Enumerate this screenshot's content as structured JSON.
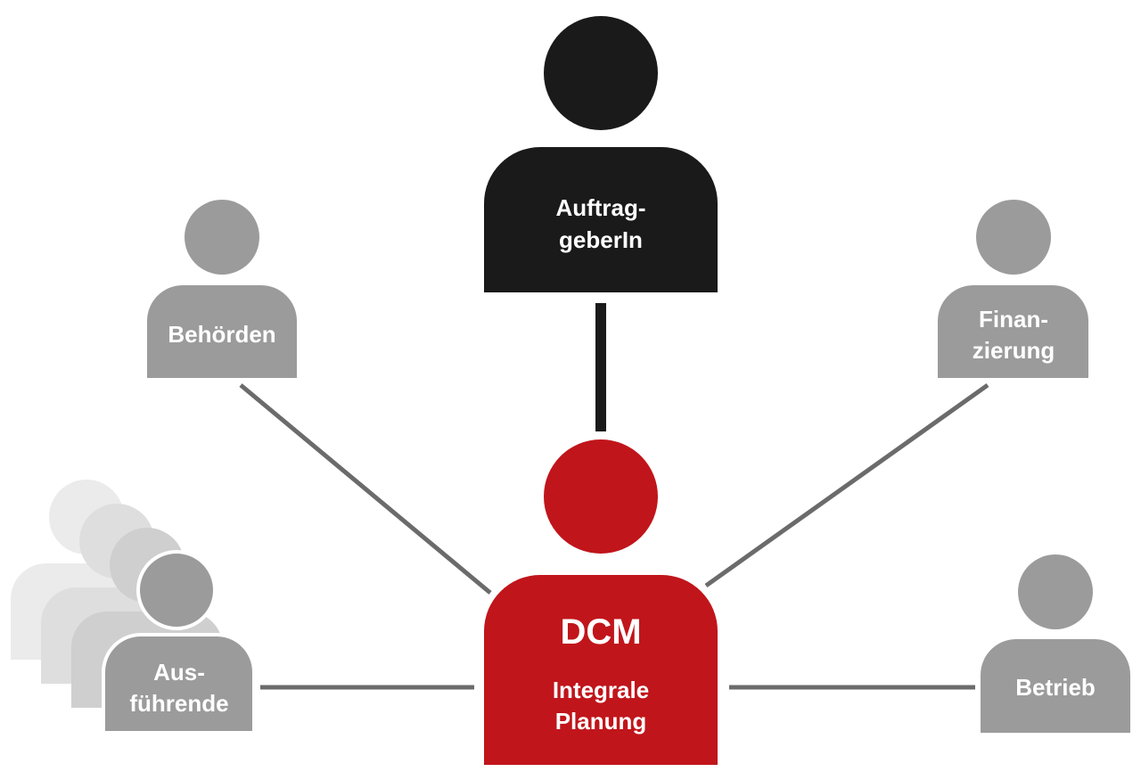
{
  "colors": {
    "client": "#1a1a1a",
    "planner": "#c0151b",
    "stakeholder": "#9b9b9b",
    "connector_dark": "#1a1a1a",
    "connector_grey": "#6b6b6b",
    "label_text": "#ffffff",
    "ghost_1": "#cfcfcf",
    "ghost_2": "#dedede",
    "ghost_3": "#ebebeb"
  },
  "client": {
    "line1": "Auftrag-",
    "line2": "geberIn"
  },
  "planner": {
    "title": "DCM",
    "line1": "Integrale",
    "line2": "Planung"
  },
  "authorities": {
    "label": "Behörden"
  },
  "financing": {
    "line1": "Finan-",
    "line2": "zierung"
  },
  "contractors": {
    "line1": "Aus-",
    "line2": "führende"
  },
  "operation": {
    "label": "Betrieb"
  }
}
